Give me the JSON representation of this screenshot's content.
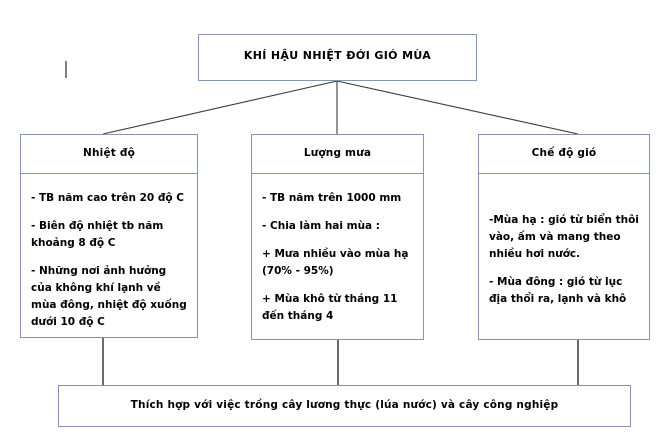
{
  "diagram": {
    "root": {
      "title": "KHÍ HẬU NHIỆT ĐỚI GIÓ MÙA"
    },
    "branches": [
      {
        "title": "Nhiệt độ",
        "lines": [
          "- TB năm cao trên 20 độ C",
          "- Biên độ nhiệt tb năm khoảng 8 độ C",
          "- Những nơi ảnh hưởng của không khí lạnh về mùa đông, nhiệt độ xuống dưới 10 độ C"
        ]
      },
      {
        "title": "Lượng mưa",
        "lines": [
          "- TB năm trên 1000 mm",
          "- Chia làm hai mùa :",
          "+ Mưa nhiều vào mùa hạ (70% - 95%)",
          "+ Mùa khô từ tháng 11 đến tháng 4"
        ]
      },
      {
        "title": "Chế độ gió",
        "lines": [
          "-Mùa hạ : gió từ biển thôi vào, ấm và mang theo nhiều hơi nước.",
          "- Mùa đông : gió từ lục địa thổi ra, lạnh và khô"
        ]
      }
    ],
    "conclusion": {
      "title": "Thích hợp với việc trồng cây lương thực (lúa nước) và cây công nghiệp"
    },
    "colors": {
      "box_border": "#8496B0",
      "connector": "#3B3B46",
      "text": "#000000",
      "caret": "#7F7F7F",
      "background": "#FFFFFF"
    }
  }
}
